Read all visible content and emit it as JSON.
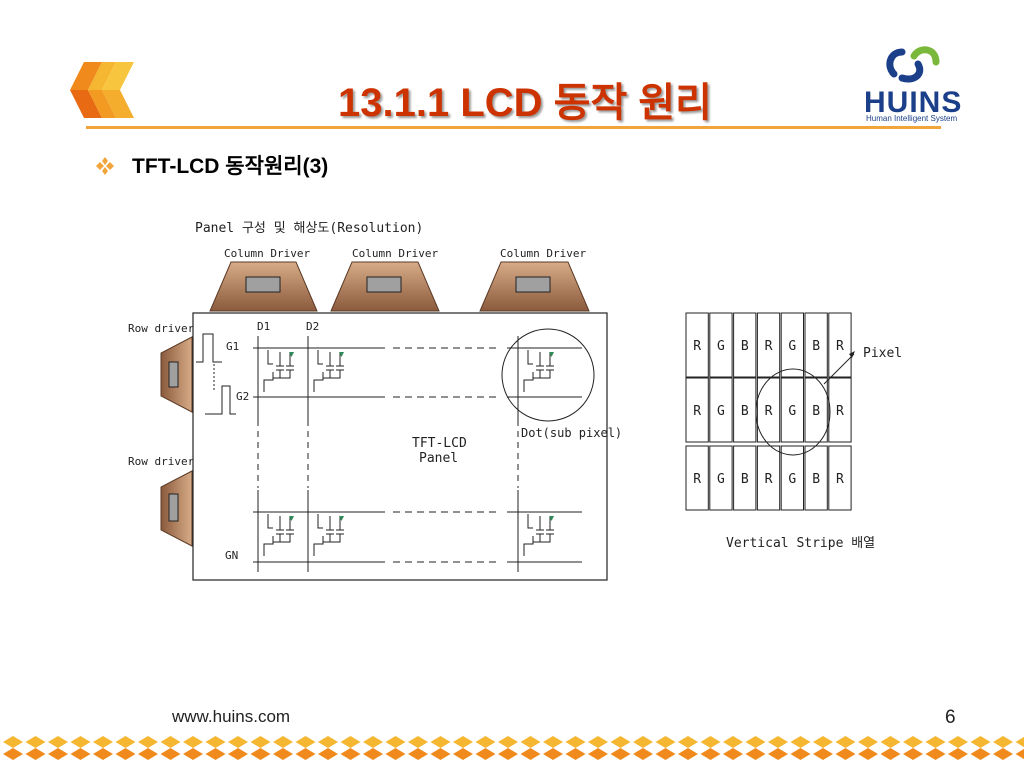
{
  "header": {
    "title": "13.1.1  LCD 동작 원리",
    "subtitle": "TFT-LCD 동작원리(3)"
  },
  "logo": {
    "name": "HUINS",
    "tagline": "Human Intelligent System"
  },
  "diagram": {
    "heading": "Panel 구성 및 해상도(Resolution)",
    "column_driver": "Column Driver",
    "row_driver": "Row driver",
    "d1": "D1",
    "d2": "D2",
    "g1": "G1",
    "g2": "G2",
    "gn": "GN",
    "panel_line1": "TFT-LCD",
    "panel_line2": "Panel",
    "dot_label": "Dot(sub pixel)",
    "pixel_label": "Pixel",
    "stripe_label": "Vertical Stripe 배열",
    "stripe_letters": [
      "R",
      "G",
      "B",
      "R",
      "G",
      "B",
      "R"
    ]
  },
  "bottom": {
    "website": "www.huins.com",
    "page_number": "6"
  }
}
